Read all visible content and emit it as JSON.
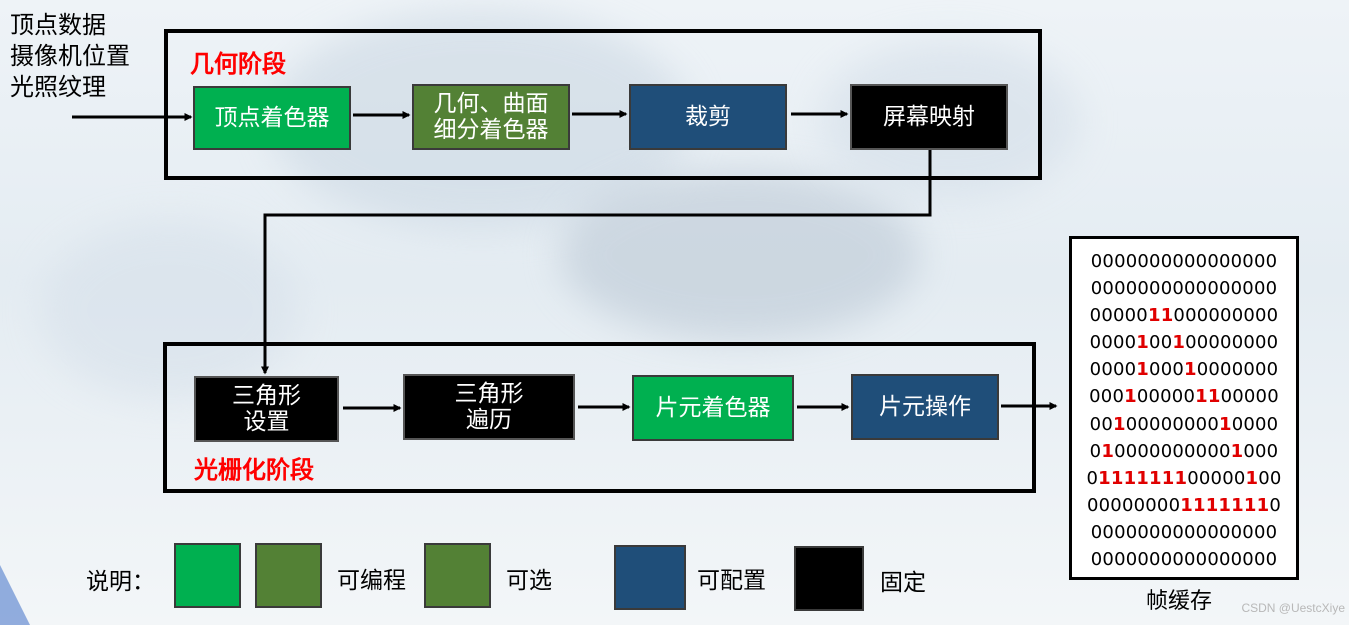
{
  "input": {
    "lines": [
      "顶点数据",
      "摄像机位置",
      "光照纹理"
    ]
  },
  "geometry_stage": {
    "label": "几何阶段",
    "boxes": [
      {
        "id": "vertex_shader",
        "lines": [
          "顶点着色器"
        ],
        "color": "#00b050"
      },
      {
        "id": "tessellation",
        "lines": [
          "几何、曲面",
          "细分着色器"
        ],
        "color": "#538135"
      },
      {
        "id": "clipping",
        "lines": [
          "裁剪"
        ],
        "color": "#1f4e79"
      },
      {
        "id": "screen_mapping",
        "lines": [
          "屏幕映射"
        ],
        "color": "#000000"
      }
    ]
  },
  "raster_stage": {
    "label": "光栅化阶段",
    "boxes": [
      {
        "id": "triangle_setup",
        "lines": [
          "三角形",
          "设置"
        ],
        "color": "#000000"
      },
      {
        "id": "triangle_traversal",
        "lines": [
          "三角形",
          "遍历"
        ],
        "color": "#000000"
      },
      {
        "id": "fragment_shader",
        "lines": [
          "片元着色器"
        ],
        "color": "#00b050"
      },
      {
        "id": "fragment_ops",
        "lines": [
          "片元操作"
        ],
        "color": "#1f4e79"
      }
    ]
  },
  "legend": {
    "title": "说明：",
    "items": [
      {
        "label": "可编程",
        "colors": [
          "#00b050",
          "#538135"
        ]
      },
      {
        "label": "可选",
        "colors": [
          "#538135"
        ]
      },
      {
        "label": "可配置",
        "colors": [
          "#1f4e79"
        ]
      },
      {
        "label": "固定",
        "colors": [
          "#000000"
        ]
      }
    ]
  },
  "framebuffer": {
    "label": "帧缓存",
    "rows": [
      "0000000000000000",
      "0000000000000000",
      "0000011000000000",
      "0000100100000000",
      "0000100010000000",
      "0001000001100000",
      "0010000000010000",
      "0100000000001000",
      "0111111100000100",
      "0000000011111110",
      "0000000000000000",
      "0000000000000000"
    ]
  },
  "watermark": "CSDN @UestcXiye"
}
